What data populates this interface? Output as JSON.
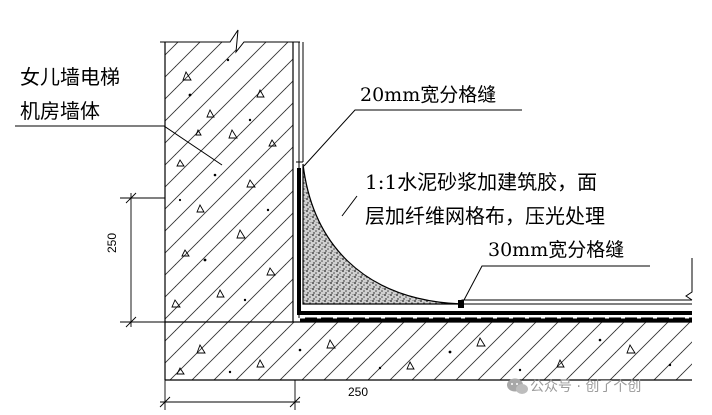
{
  "labels": {
    "wall_line1": "女儿墙电梯",
    "wall_line2": "机房墙体",
    "joint_20": "20mm宽分格缝",
    "mortar_line1": "1:1水泥砂浆加建筑胶，面",
    "mortar_line2": "层加纤维网格布，压光处理",
    "joint_30": "30mm宽分格缝"
  },
  "dimensions": {
    "vertical": "250",
    "horizontal": "250"
  },
  "watermark": {
    "text": "公众号 · 创了个创",
    "icon": "wechat-icon"
  },
  "colors": {
    "line": "#000000",
    "hatch": "#333333",
    "watermark": "#9a9a9a"
  }
}
